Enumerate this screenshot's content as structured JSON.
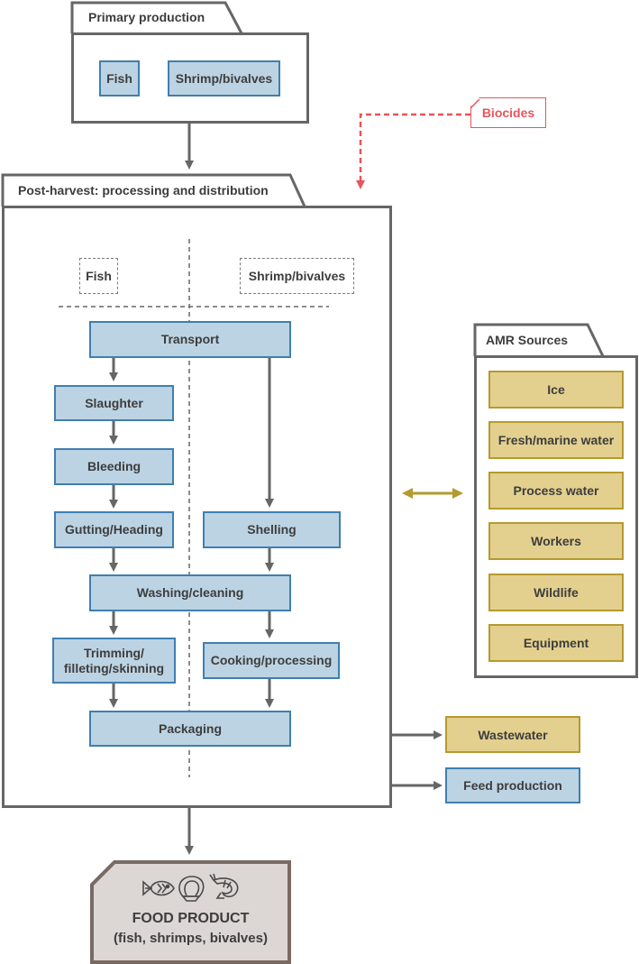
{
  "primary": {
    "title": "Primary production",
    "fish": "Fish",
    "shrimp": "Shrimp/bivalves"
  },
  "biocides": "Biocides",
  "post_harvest": {
    "title": "Post-harvest: processing and distribution",
    "col_fish": "Fish",
    "col_shrimp": "Shrimp/bivalves",
    "transport": "Transport",
    "slaughter": "Slaughter",
    "bleeding": "Bleeding",
    "gutting": "Gutting/Heading",
    "shelling": "Shelling",
    "washing": "Washing/cleaning",
    "trimming_line1": "Trimming/",
    "trimming_line2": "filleting/skinning",
    "cooking": "Cooking/processing",
    "packaging": "Packaging"
  },
  "amr": {
    "title": "AMR Sources",
    "items": [
      "Ice",
      "Fresh/marine water",
      "Process water",
      "Workers",
      "Wildlife",
      "Equipment"
    ]
  },
  "outputs": {
    "wastewater": "Wastewater",
    "feed": "Feed production"
  },
  "food": {
    "title": "FOOD PRODUCT",
    "subtitle": "(fish, shrimps, bivalves)",
    "icons": [
      "fish-icon",
      "bivalve-icon",
      "shrimp-icon"
    ]
  },
  "colors": {
    "process_fill": "#bcd3e3",
    "process_border": "#3f7faf",
    "amr_fill": "#e3d08f",
    "amr_border": "#b59a2e",
    "biocides": "#e8555a",
    "frame": "#666666"
  }
}
